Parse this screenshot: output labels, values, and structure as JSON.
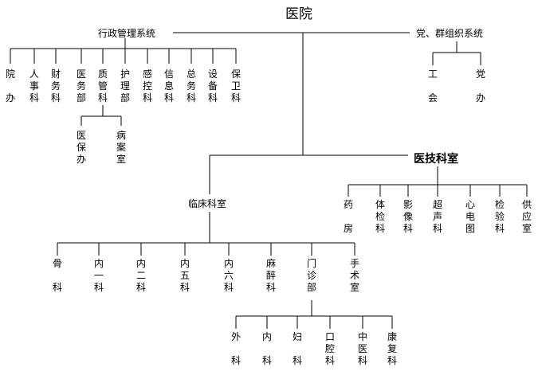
{
  "root": "医院",
  "admin": {
    "label": "行政管理系统",
    "units": [
      "院\n\n办",
      "人\n事\n科",
      "财\n务\n科",
      "医\n务\n部",
      "质\n管\n科",
      "护\n理\n部",
      "感\n控\n科",
      "信\n息\n科",
      "总\n务\n科",
      "设\n备\n科",
      "保\n卫\n科"
    ],
    "quality_sub": [
      "医\n保\n办",
      "病\n案\n室"
    ]
  },
  "party": {
    "label": "党、群组织系统",
    "units": [
      "工\n\n会",
      "党\n\n办"
    ]
  },
  "tech": {
    "label": "医技科室",
    "units": [
      "药\n\n房",
      "体\n检\n科",
      "影\n像\n科",
      "超\n声\n科",
      "心\n电\n图",
      "检\n验\n科",
      "供\n应\n室"
    ]
  },
  "clinical": {
    "label": "临床科室",
    "units": [
      "骨\n\n科",
      "内\n一\n科",
      "内\n二\n科",
      "内\n五\n科",
      "内\n六\n科",
      "麻\n醉\n科",
      "门\n诊\n部",
      "手\n术\n室"
    ],
    "outpatient_sub": [
      "外\n\n科",
      "内\n\n科",
      "妇\n\n科",
      "口\n腔\n科",
      "中\n医\n科",
      "康\n复\n科"
    ]
  }
}
